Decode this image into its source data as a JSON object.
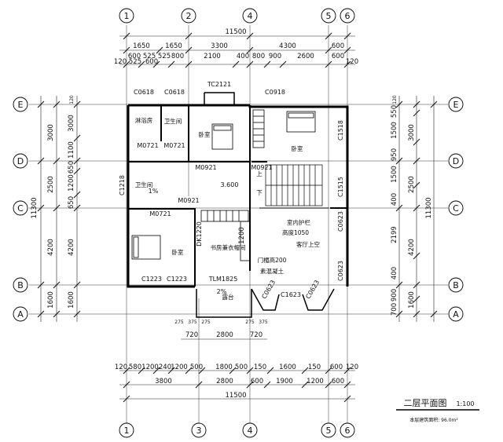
{
  "drawing": {
    "title": "二层平面图",
    "scale": "1:100",
    "area_note": "本层建筑面积: 96.0m²",
    "elevation": "3.600",
    "slope": "2%",
    "slope_small": "1%"
  },
  "axes": {
    "columns_top": [
      "1",
      "2",
      "4",
      "5",
      "6"
    ],
    "columns_bottom": [
      "1",
      "3",
      "4",
      "5",
      "6"
    ],
    "rows": [
      "E",
      "D",
      "C",
      "B",
      "A"
    ]
  },
  "dimensions": {
    "top_total": "11500",
    "top_row2": [
      "1650",
      "1650",
      "3300",
      "4300",
      "600"
    ],
    "top_row3": [
      "600",
      "525",
      "525",
      "800",
      "2100",
      "400",
      "800",
      "900",
      "2600",
      "600"
    ],
    "top_row3_end": [
      "120",
      "525",
      "600",
      "120"
    ],
    "bottom_row1": [
      "120",
      "580",
      "1200",
      "240",
      "1200",
      "500",
      "1800",
      "500",
      "150",
      "1600",
      "150",
      "600",
      "120"
    ],
    "bottom_row2": [
      "3800",
      "2800",
      "600",
      "1900",
      "1200",
      "600"
    ],
    "bottom_total": "11500",
    "balcony": [
      "720",
      "2800",
      "720"
    ],
    "balcony_small": [
      "275",
      "375",
      "275",
      "275",
      "375"
    ],
    "left_total": "11300",
    "left_outer": [
      "3000",
      "2500",
      "4200",
      "1600"
    ],
    "left_inner": [
      "3000",
      "1100",
      "650",
      "1200",
      "650",
      "4200",
      "1600"
    ],
    "left_top": "120",
    "right_total": "11300",
    "right_outer": [
      "3000",
      "2500",
      "4200",
      "1600"
    ],
    "right_inner": [
      "550",
      "1500",
      "950",
      "1500",
      "400",
      "2199",
      "400",
      "900",
      "700",
      "1600"
    ],
    "right_top": "120",
    "stair_dims": [
      "1200"
    ]
  },
  "rooms": [
    "淋浴房",
    "卫生间",
    "卧室",
    "卧室",
    "卫生间",
    "卧室",
    "书房兼衣帽间",
    "客厅上空",
    "露台"
  ],
  "labels": {
    "doors": [
      "M0721",
      "M0721",
      "M0921",
      "M0921",
      "M0921",
      "M0721"
    ],
    "windows": [
      "C0618",
      "C0618",
      "TC2121",
      "C0918",
      "C1518",
      "C1218",
      "C1515",
      "C0623",
      "C1223",
      "C1223",
      "C1623",
      "C0623",
      "C0623",
      "C0623"
    ],
    "window_under": "TLM1825",
    "dk": "DK1220",
    "railing": [
      "室内护栏",
      "高度1050"
    ],
    "beam": [
      "门楣高200",
      "素混凝土"
    ],
    "stair_up": "上",
    "stair_down": "下"
  }
}
